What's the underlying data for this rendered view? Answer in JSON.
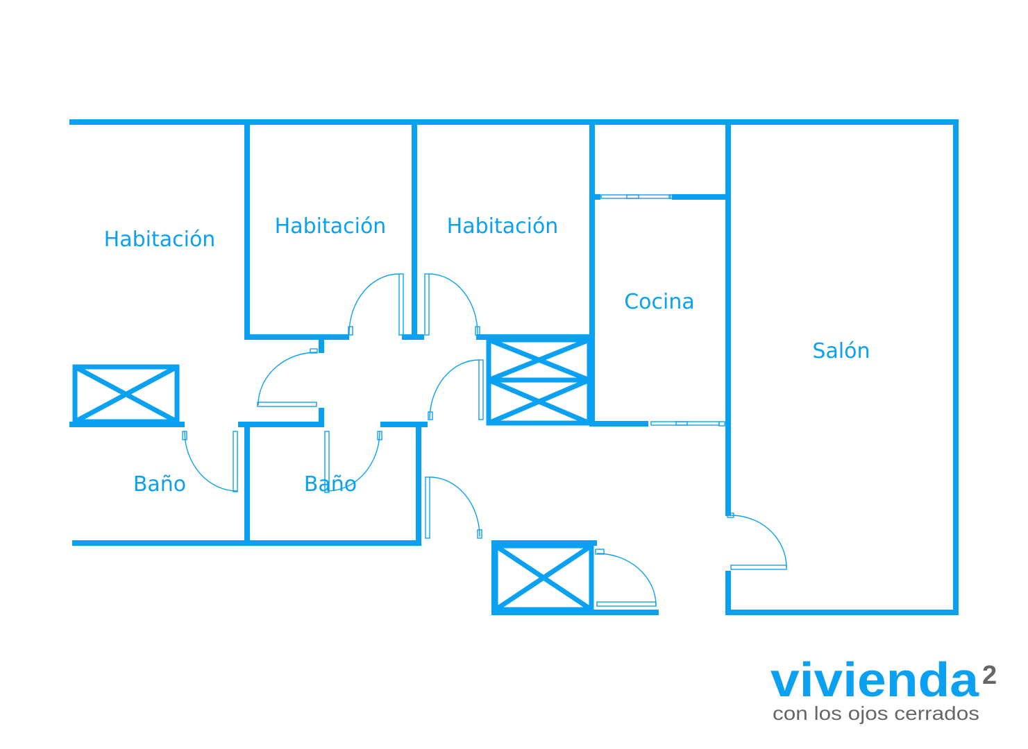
{
  "rooms": {
    "bedroom_1": "Habitación",
    "bedroom_2": "Habitación",
    "bedroom_3": "Habitación",
    "kitchen": "Cocina",
    "living_room": "Salón",
    "bathroom_1": "Baño",
    "bathroom_2": "Baño"
  },
  "logo": {
    "wordmark": "vivienda",
    "superscript": "2",
    "tagline": "con los ojos cerrados"
  },
  "colors": {
    "wall": "#0aa1f2",
    "brand": "#0aa1f2",
    "tagline": "#666666"
  }
}
